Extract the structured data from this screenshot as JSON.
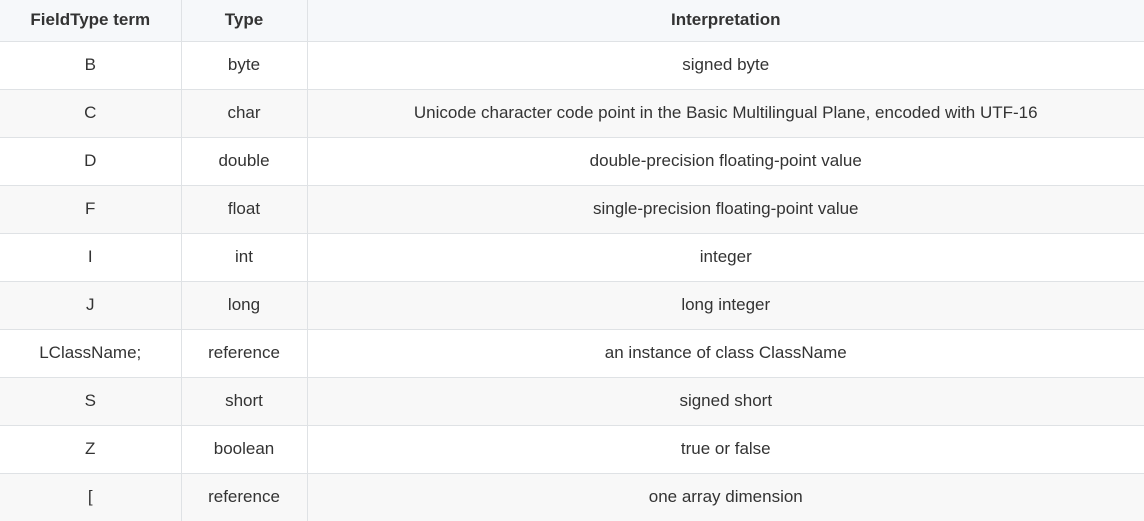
{
  "table": {
    "headers": [
      "FieldType term",
      "Type",
      "Interpretation"
    ],
    "rows": [
      {
        "term": "B",
        "type": "byte",
        "interpretation": "signed byte"
      },
      {
        "term": "C",
        "type": "char",
        "interpretation": "Unicode character code point in the Basic Multilingual Plane, encoded with UTF-16"
      },
      {
        "term": "D",
        "type": "double",
        "interpretation": "double-precision floating-point value"
      },
      {
        "term": "F",
        "type": "float",
        "interpretation": "single-precision floating-point value"
      },
      {
        "term": "I",
        "type": "int",
        "interpretation": "integer"
      },
      {
        "term": "J",
        "type": "long",
        "interpretation": "long integer"
      },
      {
        "term": "LClassName;",
        "type": "reference",
        "interpretation": "an instance of class ClassName"
      },
      {
        "term": "S",
        "type": "short",
        "interpretation": "signed short"
      },
      {
        "term": "Z",
        "type": "boolean",
        "interpretation": "true or false"
      },
      {
        "term": "[",
        "type": "reference",
        "interpretation": "one array dimension"
      }
    ]
  }
}
